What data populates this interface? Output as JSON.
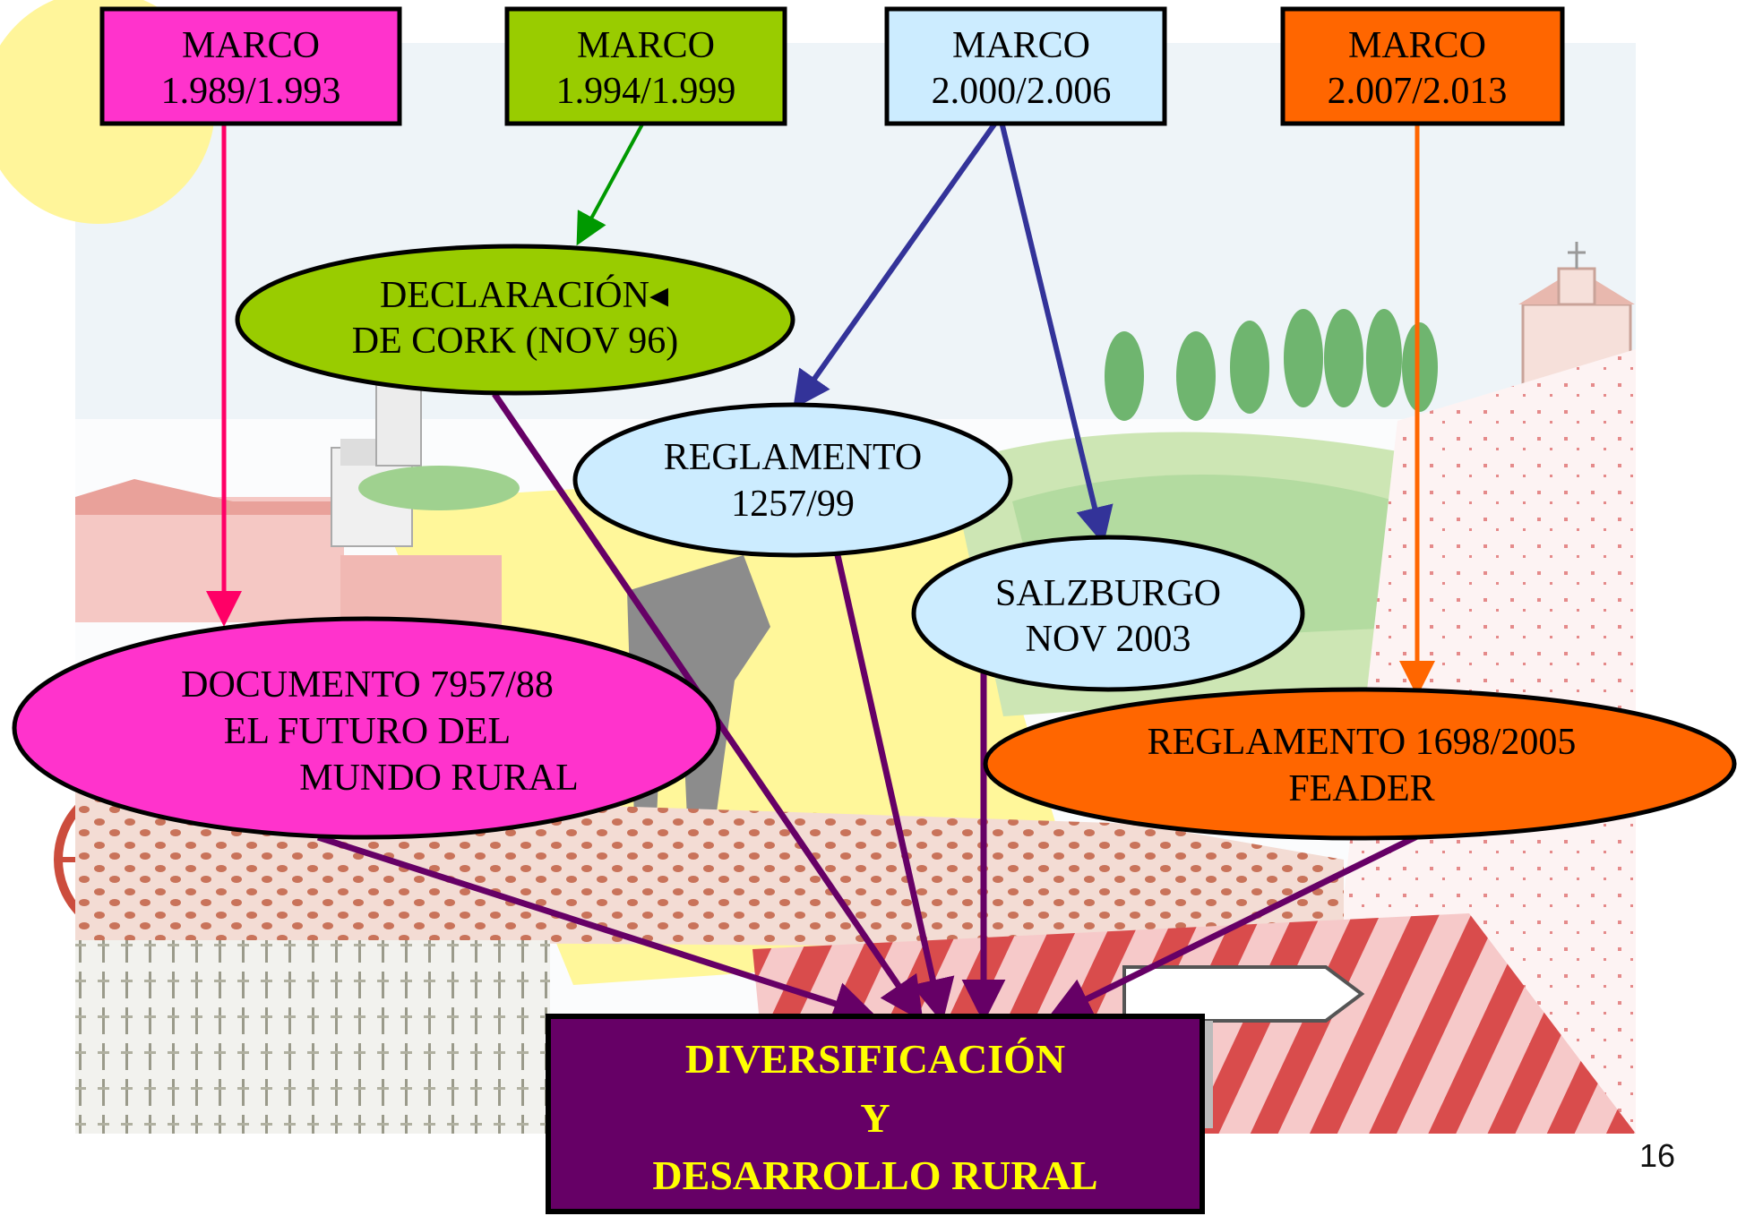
{
  "frames": [
    {
      "id": "m1",
      "line1": "MARCO",
      "line2": "1.989/1.993",
      "fill": "#FF33CC",
      "arrow": "#FF0066"
    },
    {
      "id": "m2",
      "line1": "MARCO",
      "line2": "1.994/1.999",
      "fill": "#99CC00",
      "arrow": "#009900"
    },
    {
      "id": "m3",
      "line1": "MARCO",
      "line2": "2.000/2.006",
      "fill": "#CCECFF",
      "arrow": "#333399"
    },
    {
      "id": "m4",
      "line1": "MARCO",
      "line2": "2.007/2.013",
      "fill": "#FF6600",
      "arrow": "#FF6600"
    }
  ],
  "documents": {
    "cork": {
      "line1": "DECLARACIÓN◂",
      "line2": "DE CORK (NOV 96)",
      "fill": "#99CC00"
    },
    "reg1257": {
      "line1": "REGLAMENTO",
      "line2": "1257/99",
      "fill": "#CCECFF"
    },
    "salzburgo": {
      "line1": "SALZBURGO",
      "line2": "NOV 2003",
      "fill": "#CCECFF"
    },
    "doc7957": {
      "line1": "DOCUMENTO 7957/88",
      "line2": "EL FUTURO DEL",
      "line3": "MUNDO RURAL",
      "fill": "#FF33CC"
    },
    "reg1698": {
      "line1": "REGLAMENTO 1698/2005",
      "line2": "FEADER",
      "fill": "#FF6600"
    }
  },
  "result": {
    "line1": "DIVERSIFICACIÓN",
    "line2": "Y",
    "line3": "DESARROLLO RURAL",
    "fill": "#660066",
    "text_color": "#FFFF00"
  },
  "converge_arrow_color": "#660066",
  "page_number": "16"
}
